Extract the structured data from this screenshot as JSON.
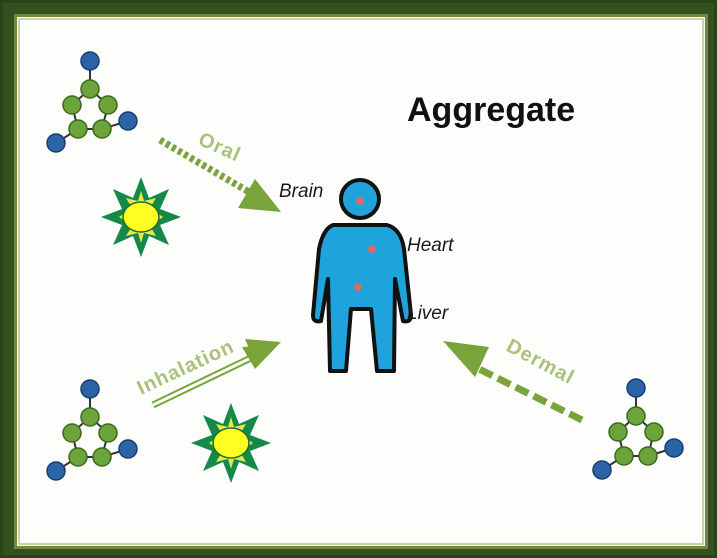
{
  "title": "Aggregate",
  "organs": {
    "brain": "Brain",
    "heart": "Heart",
    "liver": "Liver"
  },
  "routes": {
    "oral": "Oral",
    "inhalation": "Inhalation",
    "dermal": "Dermal"
  },
  "colors": {
    "frame": "#33501e",
    "panel_border": "#6f8a3d",
    "route_arrow": "#79a33b",
    "route_label": "#a9c27a",
    "molecule_green": "#6ca33a",
    "molecule_blue": "#2a63a6",
    "person_fill": "#1fa3dc",
    "sun_ray": "#138a4a",
    "sun_core": "#ffff22"
  },
  "icons": [
    "molecule-icon",
    "sun-icon",
    "person-icon"
  ]
}
